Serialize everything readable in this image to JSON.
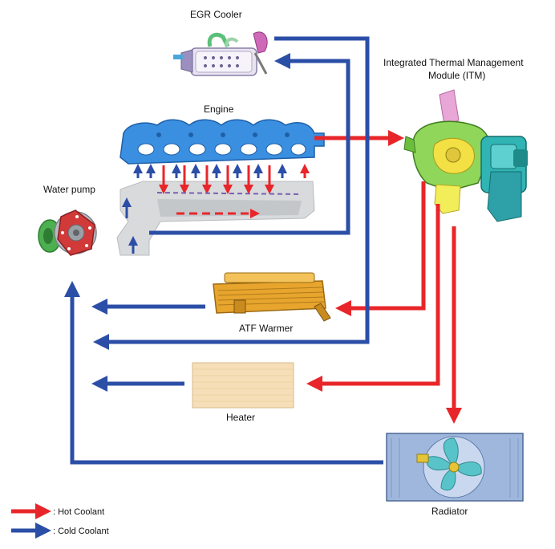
{
  "labels": {
    "egr_cooler": "EGR Cooler",
    "engine": "Engine",
    "itm_line1": "Integrated Thermal Management",
    "itm_line2": "Module (ITM)",
    "water_pump": "Water pump",
    "atf_warmer": "ATF Warmer",
    "heater": "Heater",
    "radiator": "Radiator"
  },
  "legend": {
    "hot": ": Hot Coolant",
    "cold": ": Cold Coolant"
  },
  "colors": {
    "hot": "#e8262a",
    "cold": "#2b4ea6"
  }
}
